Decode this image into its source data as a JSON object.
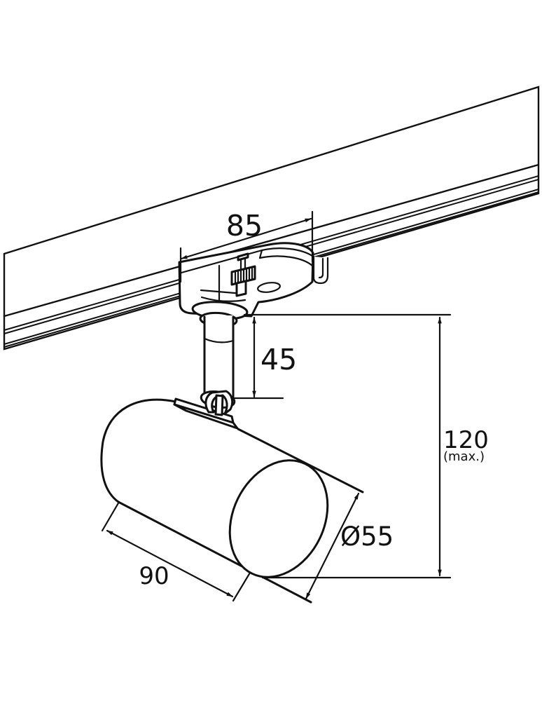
{
  "drawing": {
    "title": "spotlight-track-fixture-dimension-drawing",
    "labels": {
      "adapter_width": "85",
      "stem_height": "45",
      "total_height": "120",
      "total_height_note": "(max.)",
      "body_length": "90",
      "body_diameter": "Ø55"
    }
  }
}
